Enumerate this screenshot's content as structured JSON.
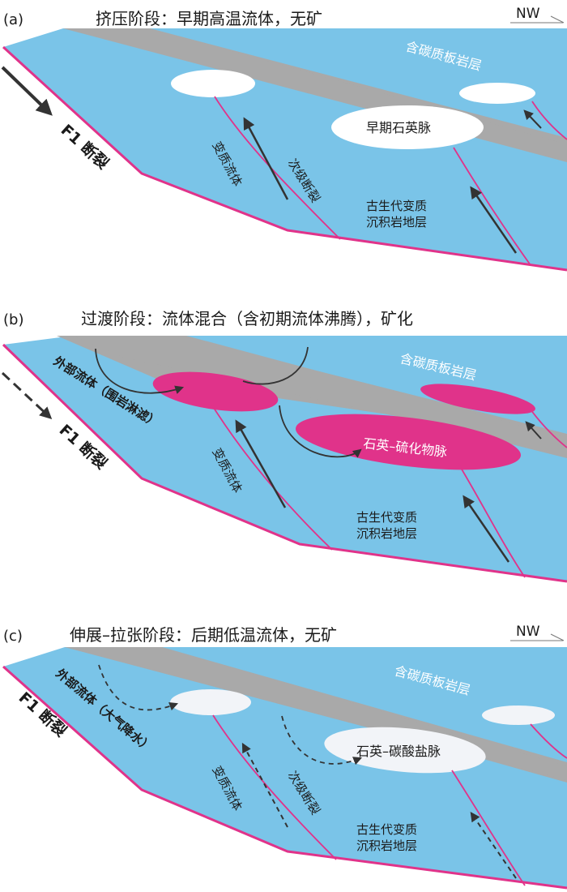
{
  "colors": {
    "block": "#7ac4e8",
    "slate": "#a9a9a9",
    "fault": "#e0338a",
    "ore": "#e0338a",
    "vein": "#ffffff",
    "vein_late": "#f2f4f8",
    "arrow": "#333333"
  },
  "panels": [
    {
      "id": "a",
      "label": "(a)",
      "title": "挤压阶段：早期高温流体，无矿",
      "north": "NW",
      "slate": "含碳质板岩层",
      "vein": "早期石英脉",
      "fault_main": "F1 断裂",
      "meta_fluid": "变质流体",
      "secondary_fault": "次级断裂",
      "strata_1": "古生代变质",
      "strata_2": "沉积岩地层"
    },
    {
      "id": "b",
      "label": "(b)",
      "title": "过渡阶段：流体混合（含初期流体沸腾），矿化",
      "slate": "含碳质板岩层",
      "vein": "石英–硫化物脉",
      "fault_main": "F1 断裂",
      "ext_fluid": "外部流体（围岩淋滤）",
      "meta_fluid": "变质流体",
      "strata_1": "古生代变质",
      "strata_2": "沉积岩地层"
    },
    {
      "id": "c",
      "label": "(c)",
      "title": "伸展–拉张阶段：后期低温流体，无矿",
      "north": "NW",
      "slate": "含碳质板岩层",
      "vein": "石英–碳酸盐脉",
      "fault_main": "F1 断裂",
      "ext_fluid": "外部流体（大气降水）",
      "meta_fluid": "变质流体",
      "secondary_fault": "次级断裂",
      "strata_1": "古生代变质",
      "strata_2": "沉积岩地层"
    }
  ]
}
